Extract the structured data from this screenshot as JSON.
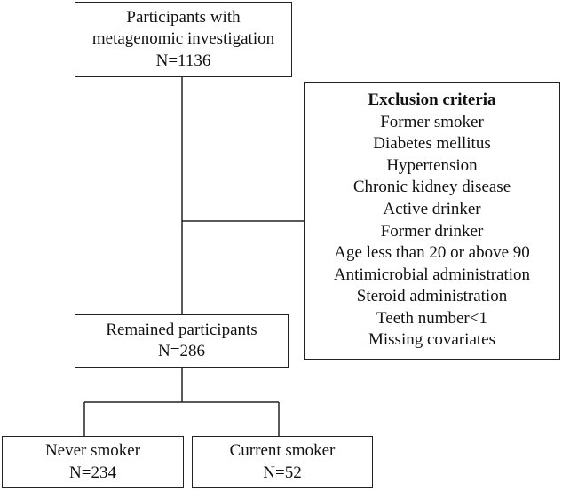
{
  "flowchart": {
    "start": {
      "lines": [
        "Participants with",
        "metagenomic investigation",
        "N=1136"
      ]
    },
    "exclusion": {
      "title": "Exclusion criteria",
      "items": [
        "Former smoker",
        "Diabetes mellitus",
        "Hypertension",
        "Chronic kidney disease",
        "Active drinker",
        "Former drinker",
        "Age less than 20 or above 90",
        "Antimicrobial administration",
        "Steroid administration",
        "Teeth number<1",
        "Missing covariates"
      ]
    },
    "remained": {
      "lines": [
        "Remained participants",
        "N=286"
      ]
    },
    "never_smoker": {
      "lines": [
        "Never smoker",
        "N=234"
      ]
    },
    "current_smoker": {
      "lines": [
        "Current smoker",
        "N=52"
      ]
    }
  }
}
